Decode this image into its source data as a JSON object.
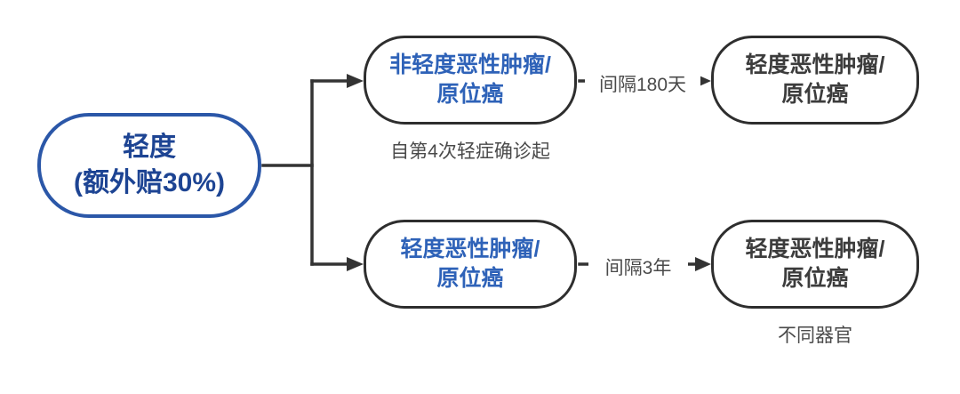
{
  "diagram": {
    "root": {
      "label_line1": "轻度",
      "label_line2": "(额外赔30%)"
    },
    "branches": [
      {
        "source_line1": "非轻度恶性肿瘤/",
        "source_line2": "原位癌",
        "source_note": "自第4次轻症确诊起",
        "edge_label": "间隔180天",
        "target_line1": "轻度恶性肿瘤/",
        "target_line2": "原位癌"
      },
      {
        "source_line1": "轻度恶性肿瘤/",
        "source_line2": "原位癌",
        "edge_label": "间隔3年",
        "target_line1": "轻度恶性肿瘤/",
        "target_line2": "原位癌",
        "target_note": "不同器官"
      }
    ],
    "colors": {
      "root_border": "#2b57a8",
      "root_text": "#1d4493",
      "node_border": "#2e2e2e",
      "blue_text": "#2e62b8",
      "dark_text": "#3c3c3c",
      "caption_text": "#4a4a4a",
      "connector": "#333333",
      "background": "#ffffff"
    }
  }
}
